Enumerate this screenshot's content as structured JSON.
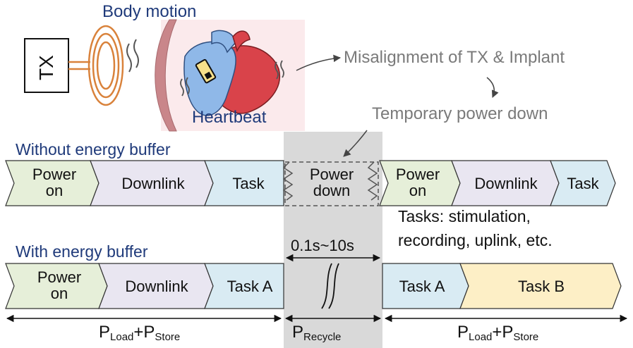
{
  "top": {
    "body_motion": "Body motion",
    "tx_label": "TX",
    "heartbeat": "Heartbeat",
    "misalignment": "Misalignment of TX & Implant",
    "power_down_note": "Temporary power down"
  },
  "without_buffer": {
    "title": "Without energy buffer",
    "segments": [
      {
        "line1": "Power",
        "line2": "on"
      },
      {
        "line1": "Downlink",
        "line2": ""
      },
      {
        "line1": "Task",
        "line2": ""
      },
      {
        "line1": "Power",
        "line2": "down"
      },
      {
        "line1": "Power",
        "line2": "on"
      },
      {
        "line1": "Downlink",
        "line2": ""
      },
      {
        "line1": "Task",
        "line2": ""
      }
    ],
    "tasks_note_1": "Tasks: stimulation,",
    "tasks_note_2": "recording, uplink, etc."
  },
  "with_buffer": {
    "title": "With energy buffer",
    "duration": "0.1s~10s",
    "segments": [
      {
        "line1": "Power",
        "line2": "on"
      },
      {
        "line1": "Downlink",
        "line2": ""
      },
      {
        "line1": "Task A",
        "line2": ""
      },
      {
        "line1": "Task A",
        "line2": ""
      },
      {
        "line1": "Task B",
        "line2": ""
      }
    ]
  },
  "bottom": {
    "p_left": {
      "p1": "P",
      "s1": "Load",
      "plus": "+",
      "p2": "P",
      "s2": "Store"
    },
    "p_mid": {
      "p": "P",
      "s": "Recycle"
    },
    "p_right": {
      "p1": "P",
      "s1": "Load",
      "plus": "+",
      "p2": "P",
      "s2": "Store"
    }
  },
  "colors": {
    "green": "#e6efd9",
    "lavender": "#e9e6f1",
    "blue": "#d9ebf3",
    "yellow": "#fdefc6",
    "shade": "#d9d9d9",
    "navy": "#1f3a7a",
    "coil": "#d9823b",
    "heart_red": "#d9434a",
    "heart_blue": "#8fb8e8",
    "pink_bg": "#fbeaec"
  }
}
